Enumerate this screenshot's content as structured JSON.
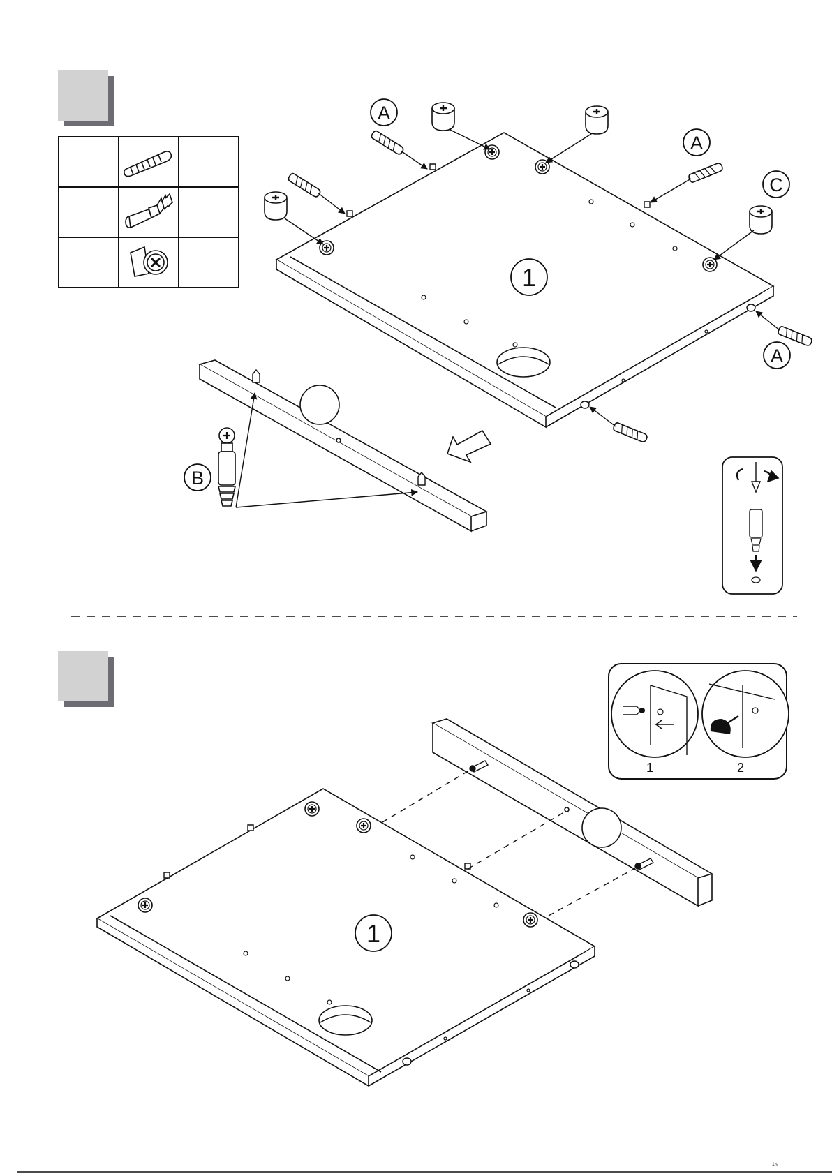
{
  "steps": [
    {
      "id": "step-top",
      "parts_table": [
        {
          "part": "cam-dowel"
        },
        {
          "part": "cam-bolt"
        },
        {
          "part": "cam-lock"
        }
      ],
      "part_callouts": [
        "A",
        "A",
        "A",
        "C",
        "B"
      ],
      "panel_callout": "1"
    },
    {
      "id": "step-bottom",
      "inset_labels": [
        "1",
        "2"
      ],
      "panel_callout": "1"
    }
  ],
  "footer": {
    "page_mark": "¹⁵"
  },
  "colors": {
    "line": "#111111",
    "step_square": "#d2d2d2",
    "step_shadow": "#6c6c72"
  }
}
